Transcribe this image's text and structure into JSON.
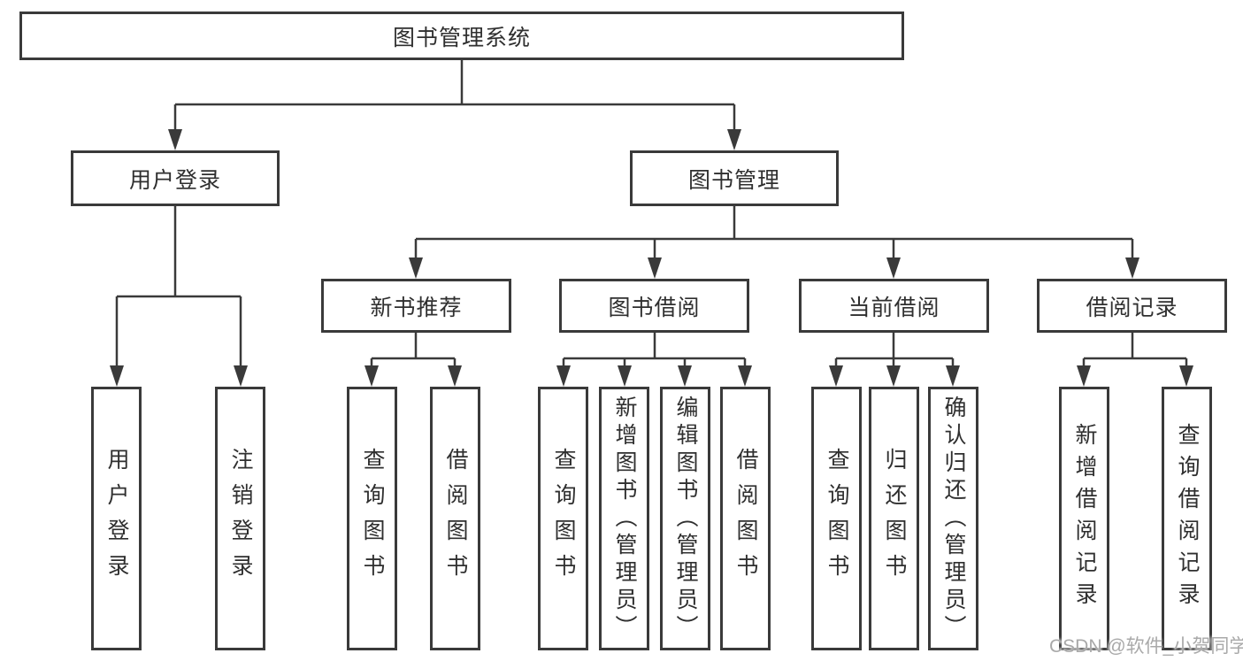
{
  "diagram": {
    "title_note": "functional structure diagram",
    "root": {
      "label": "图书管理系统"
    },
    "branches": [
      {
        "label": "用户登录",
        "children": [
          {
            "label": "用户登录"
          },
          {
            "label": "注销登录"
          }
        ]
      },
      {
        "label": "图书管理",
        "children": [
          {
            "label": "新书推荐",
            "children": [
              {
                "label": "查询图书"
              },
              {
                "label": "借阅图书"
              }
            ]
          },
          {
            "label": "图书借阅",
            "children": [
              {
                "label": "查询图书"
              },
              {
                "label": "新增图书（管理员）"
              },
              {
                "label": "编辑图书（管理员）"
              },
              {
                "label": "借阅图书"
              }
            ]
          },
          {
            "label": "当前借阅",
            "children": [
              {
                "label": "查询图书"
              },
              {
                "label": "归还图书"
              },
              {
                "label": "确认归还（管理员）"
              }
            ]
          },
          {
            "label": "借阅记录",
            "children": [
              {
                "label": "新增借阅记录"
              },
              {
                "label": "查询借阅记录"
              }
            ]
          }
        ]
      }
    ]
  },
  "watermark": {
    "text": "CSDN @软件_小贺同学"
  },
  "colors": {
    "line": "#3a3a3a",
    "text": "#2f2f2f",
    "watermark": "#a9a9a9",
    "background": "#ffffff"
  }
}
